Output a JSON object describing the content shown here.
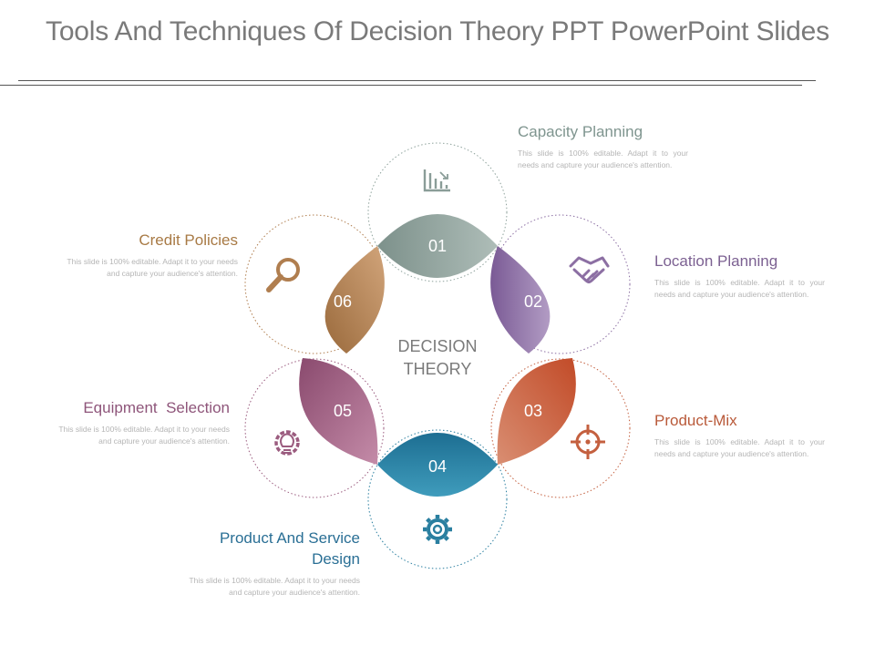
{
  "slide": {
    "title": "Tools And Techniques Of Decision Theory PPT PowerPoint Slides",
    "center_label_line1": "DECISION",
    "center_label_line2": "THEORY"
  },
  "items": [
    {
      "number": "01",
      "title": "Capacity Planning",
      "description": "This slide is 100% editable. Adapt it to your needs and capture your audience's attention.",
      "color": "#8fa39d",
      "icon": "bar-chart-icon"
    },
    {
      "number": "02",
      "title": "Location Planning",
      "description": "This slide is 100% editable. Adapt it to your needs and capture your audience's attention.",
      "color": "#8c6fa3",
      "icon": "handshake-icon"
    },
    {
      "number": "03",
      "title": "Product-Mix",
      "description": "This slide is 100% editable. Adapt it to your needs and capture your audience's attention.",
      "color": "#c4603f",
      "icon": "target-icon"
    },
    {
      "number": "04",
      "title": "Product And Service Design",
      "description": "This slide is 100% editable. Adapt it to your needs and capture your audience's attention.",
      "color": "#2a7fa0",
      "icon": "gear-icon"
    },
    {
      "number": "05",
      "title": "Equipment  Selection",
      "description": "This slide is 100% editable. Adapt it to your needs and capture your audience's attention.",
      "color": "#9b5c7f",
      "icon": "lightbulb-gear-icon"
    },
    {
      "number": "06",
      "title": "Credit Policies",
      "description": "This slide is 100% editable. Adapt it to your needs and capture your audience's attention.",
      "color": "#b07e4f",
      "icon": "magnifier-icon"
    }
  ]
}
